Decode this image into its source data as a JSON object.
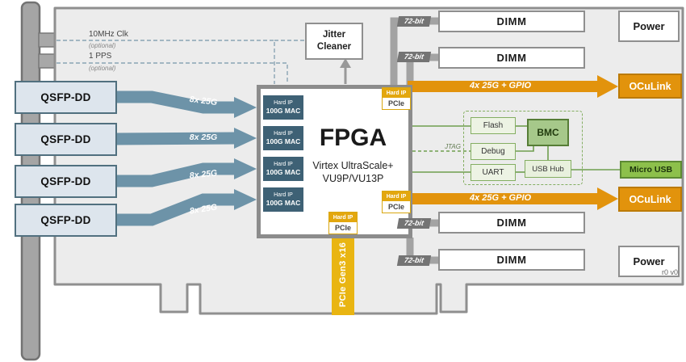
{
  "meta": {
    "revision": "r0 v0"
  },
  "colors": {
    "link_blue": "#6d93a8",
    "accent_orange": "#e2930c",
    "accent_gold": "#e9b512",
    "accent_green": "#6f9e4f",
    "board_gray": "#ececec"
  },
  "clock_inputs": [
    {
      "label": "10MHz Clk",
      "note": "(optional)"
    },
    {
      "label": "1 PPS",
      "note": "(optional)"
    }
  ],
  "jitter_cleaner": {
    "line1": "Jitter",
    "line2": "Cleaner"
  },
  "qsfp": {
    "label": "QSFP-DD",
    "link_label": "8x 25G"
  },
  "fpga": {
    "title": "FPGA",
    "subtitle1": "Virtex UltraScale+",
    "subtitle2": "VU9P/VU13P",
    "mac": {
      "tag": "Hard IP",
      "label": "100G MAC"
    },
    "pcie": {
      "tag": "Hard IP",
      "label": "PCIe"
    }
  },
  "memory": {
    "label": "DIMM",
    "bus_label": "72-bit"
  },
  "power": {
    "label": "Power"
  },
  "oculink": {
    "label": "OCuLink",
    "link_label": "4x 25G + GPIO"
  },
  "management": {
    "flash": "Flash",
    "bmc": "BMC",
    "debug": "Debug",
    "uart": "UART",
    "usb_hub": "USB Hub",
    "micro_usb": "Micro USB",
    "jtag": "JTAG"
  },
  "pcie_edge": {
    "label": "PCIe Gen3 x16"
  }
}
